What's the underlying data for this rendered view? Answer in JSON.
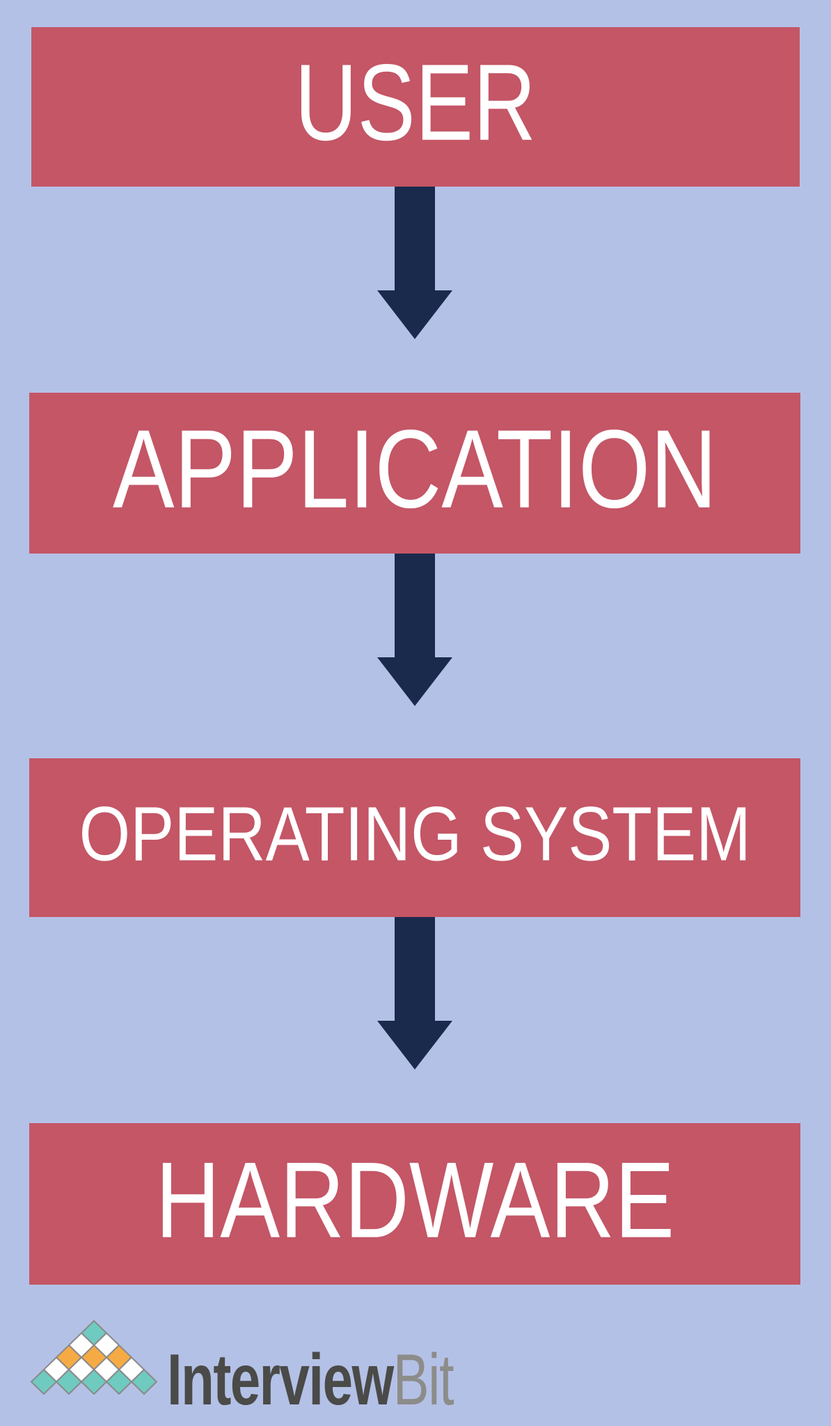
{
  "diagram": {
    "type": "vertical-flow",
    "flow_direction": "down",
    "layers": [
      {
        "label": "USER"
      },
      {
        "label": "APPLICATION"
      },
      {
        "label": "OPERATING SYSTEM"
      },
      {
        "label": "HARDWARE"
      }
    ],
    "arrow_icon": "down-arrow-icon",
    "arrow_count": 3
  },
  "logo": {
    "icon": "diamond-pyramid-icon",
    "brand_primary": "Interview",
    "brand_secondary": "Bit"
  },
  "colors": {
    "background": "#b4c1e6",
    "box": "#c45666",
    "box_text": "#ffffff",
    "arrow": "#1a2a4d",
    "logo_teal": "#6fcac0",
    "logo_orange": "#f6aa43",
    "logo_white": "#ffffff",
    "logo_border": "#8a8a8a",
    "logo_text_dark": "#4a4a48",
    "logo_text_light": "#8c8c8a"
  }
}
